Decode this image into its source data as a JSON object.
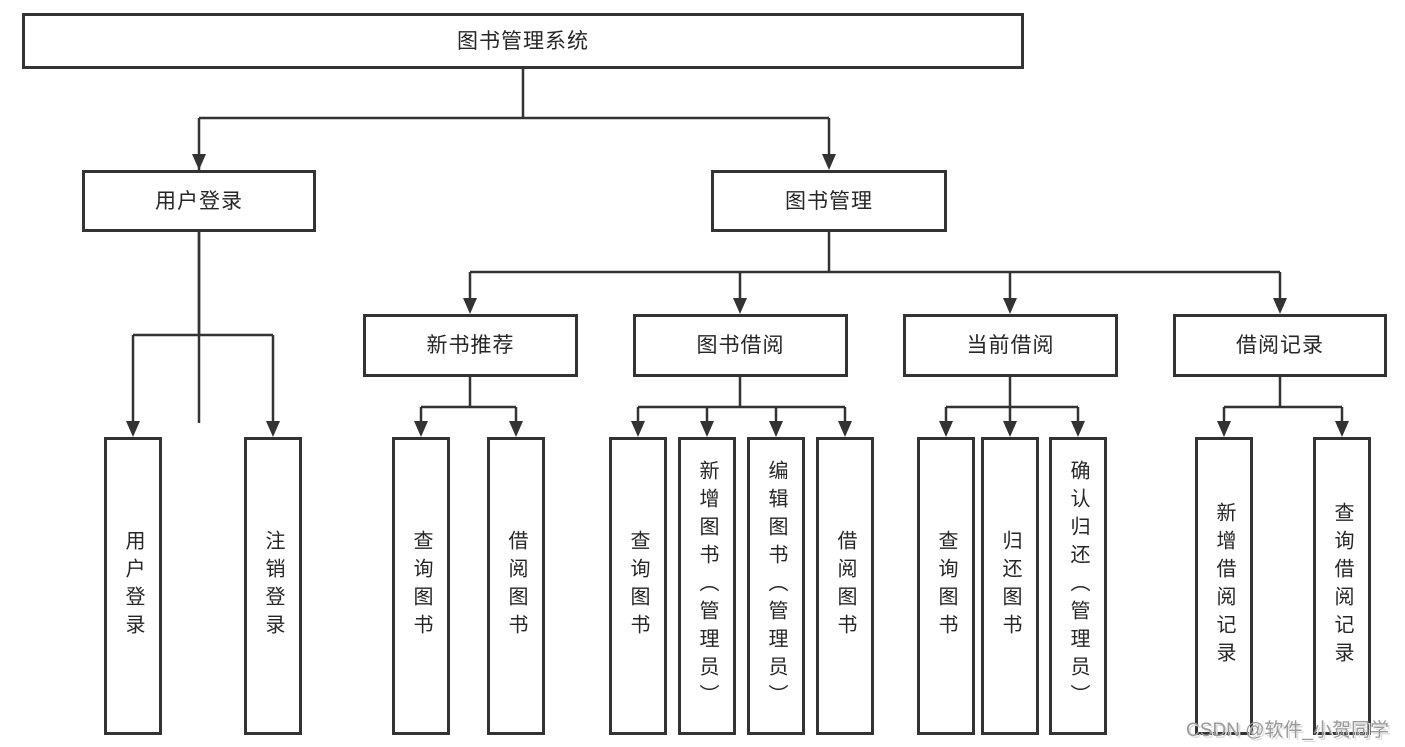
{
  "watermark": {
    "text": "CSDN @软件_小贺同学"
  },
  "colors": {
    "line": "#333333",
    "box_border": "#333333",
    "text": "#262626",
    "background": "#ffffff",
    "watermark": "#9a9a9a"
  },
  "tree": {
    "label": "图书管理系统",
    "children": [
      {
        "label": "用户登录",
        "children": [
          {
            "label": "用户登录"
          },
          {
            "label": "注销登录"
          }
        ]
      },
      {
        "label": "图书管理",
        "children": [
          {
            "label": "新书推荐",
            "children": [
              {
                "label": "查询图书"
              },
              {
                "label": "借阅图书"
              }
            ]
          },
          {
            "label": "图书借阅",
            "children": [
              {
                "label": "查询图书"
              },
              {
                "label": "新增图书（管理员）"
              },
              {
                "label": "编辑图书（管理员）"
              },
              {
                "label": "借阅图书"
              }
            ]
          },
          {
            "label": "当前借阅",
            "children": [
              {
                "label": "查询图书"
              },
              {
                "label": "归还图书"
              },
              {
                "label": "确认归还（管理员）"
              }
            ]
          },
          {
            "label": "借阅记录",
            "children": [
              {
                "label": "新增借阅记录"
              },
              {
                "label": "查询借阅记录"
              }
            ]
          }
        ]
      }
    ]
  }
}
